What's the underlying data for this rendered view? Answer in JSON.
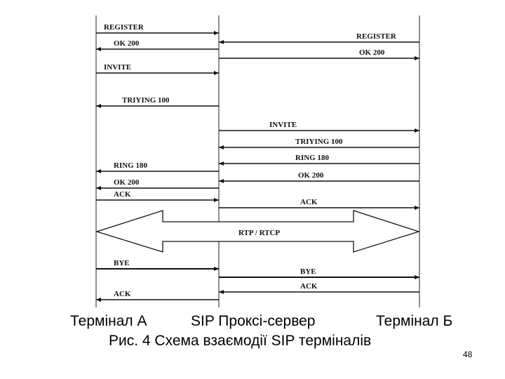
{
  "lanes": {
    "a": "Термінал А",
    "proxy": "SIP Проксі-сервер",
    "b": "Термінал Б"
  },
  "messages": [
    {
      "id": "register-a",
      "label": "REGISTER",
      "from": "a",
      "to": "proxy"
    },
    {
      "id": "register-b",
      "label": "REGISTER",
      "from": "b",
      "to": "proxy"
    },
    {
      "id": "ok-a-1",
      "label": "OK 200",
      "from": "proxy",
      "to": "a"
    },
    {
      "id": "ok-b-1",
      "label": "OK 200",
      "from": "proxy",
      "to": "b"
    },
    {
      "id": "invite-a",
      "label": "INVITE",
      "from": "a",
      "to": "proxy"
    },
    {
      "id": "trying-a",
      "label": "TRIYING 100",
      "from": "proxy",
      "to": "a"
    },
    {
      "id": "invite-b",
      "label": "INVITE",
      "from": "proxy",
      "to": "b"
    },
    {
      "id": "trying-b",
      "label": "TRIYING 100",
      "from": "b",
      "to": "proxy"
    },
    {
      "id": "ring-b",
      "label": "RING 180",
      "from": "b",
      "to": "proxy"
    },
    {
      "id": "ring-a",
      "label": "RING 180",
      "from": "proxy",
      "to": "a"
    },
    {
      "id": "ok-b-2",
      "label": "OK 200",
      "from": "b",
      "to": "proxy"
    },
    {
      "id": "ok-a-2",
      "label": "OK 200",
      "from": "proxy",
      "to": "a"
    },
    {
      "id": "ack-a-1",
      "label": "ACK",
      "from": "a",
      "to": "proxy"
    },
    {
      "id": "ack-b-1",
      "label": "ACK",
      "from": "proxy",
      "to": "b"
    },
    {
      "id": "bye-a",
      "label": "BYE",
      "from": "a",
      "to": "proxy"
    },
    {
      "id": "bye-b",
      "label": "BYE",
      "from": "proxy",
      "to": "b"
    },
    {
      "id": "ack-b-2",
      "label": "ACK",
      "from": "b",
      "to": "proxy"
    },
    {
      "id": "ack-a-2",
      "label": "ACK",
      "from": "proxy",
      "to": "a"
    }
  ],
  "media": {
    "label": "RTP / RTCP",
    "between": [
      "a",
      "b"
    ]
  },
  "caption": "Рис. 4 Схема взаємодії SIP терміналів",
  "page_number": "48"
}
